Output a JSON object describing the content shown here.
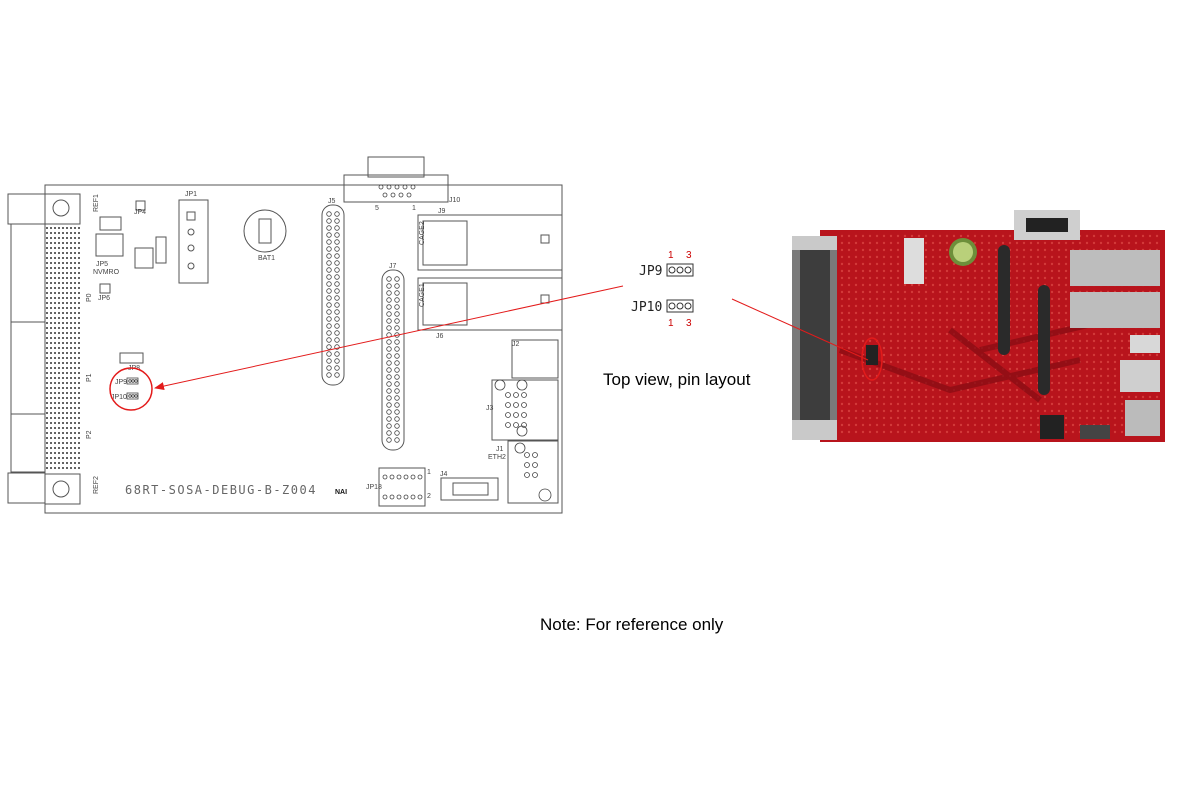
{
  "board": {
    "silkscreen_name": "68RT-SOSA-DEBUG-B-Z004",
    "logo_text": "NAI",
    "refdes": {
      "ref1": "REF1",
      "ref2": "REF2",
      "p0": "P0",
      "p1": "P1",
      "p2": "P2",
      "jp1": "JP1",
      "jp4": "JP4",
      "jp5": "JP5",
      "jp6": "JP6",
      "jp8": "JP8",
      "jp9": "JP9",
      "jp10": "JP10",
      "jp18": "JP18",
      "j1": "J1",
      "j2": "J2",
      "j3": "J3",
      "j4": "J4",
      "j5": "J5",
      "j6": "J6",
      "j7": "J7",
      "j9": "J9",
      "j10": "J10",
      "bat1": "BAT1",
      "cage1": "CAGE1",
      "cage2": "CAGE2",
      "eth2": "ETH2",
      "nvmro": "NVMRO",
      "db9_pin5": "5",
      "db9_pin1": "1",
      "jp18_pin1": "1",
      "jp18_pin2": "2"
    }
  },
  "pin_detail": {
    "jp9_label": "JP9",
    "jp10_label": "JP10",
    "pin1": "1",
    "pin3": "3"
  },
  "captions": {
    "top_view": "Top view, pin layout",
    "note": "Note: For reference only"
  },
  "colors": {
    "outline": "#555555",
    "highlight": "#e31b1b",
    "pcb": "#b8141c",
    "pin_number": "#cc0000"
  }
}
